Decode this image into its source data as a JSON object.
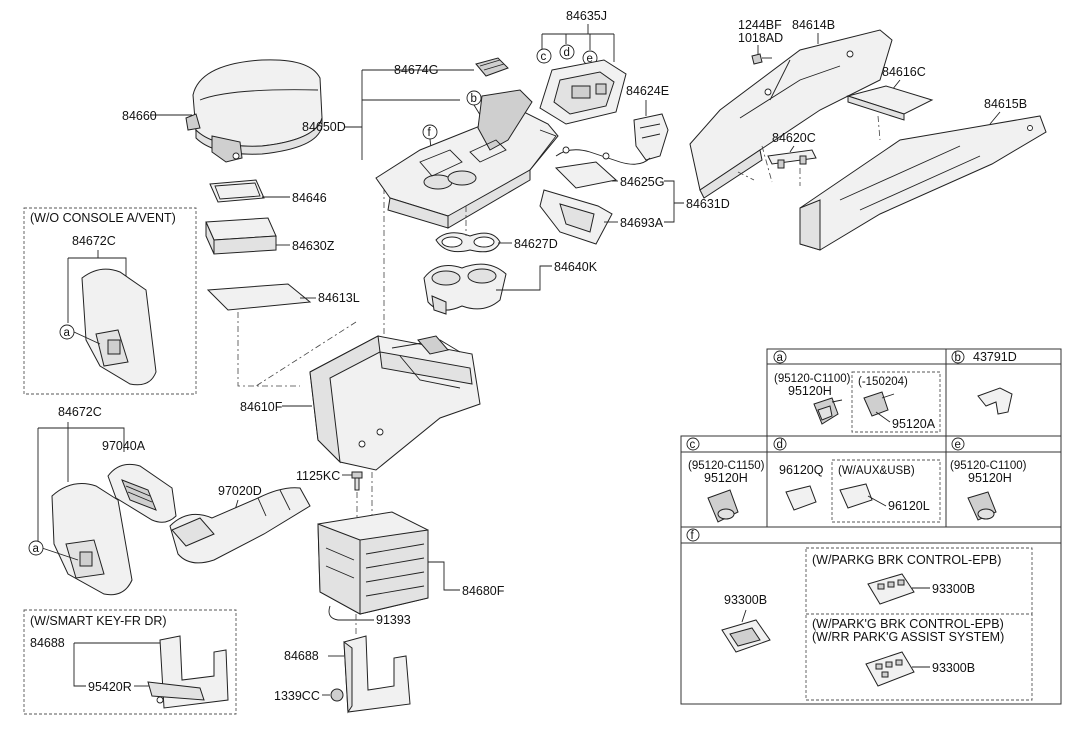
{
  "labels": {
    "p84660": "84660",
    "p84646": "84646",
    "p84630Z": "84630Z",
    "p84613L": "84613L",
    "p84674G": "84674G",
    "p84650D": "84650D",
    "p84635J": "84635J",
    "p84624E": "84624E",
    "p84625G": "84625G",
    "p84693A": "84693A",
    "p84631D": "84631D",
    "p84627D": "84627D",
    "p84640K": "84640K",
    "p84610F": "84610F",
    "p1244BF": "1244BF",
    "p1018AD": "1018AD",
    "p84614B": "84614B",
    "p84616C": "84616C",
    "p84615B": "84615B",
    "p84620C": "84620C",
    "p84672C_a": "84672C",
    "p84672C_b": "84672C",
    "p97040A": "97040A",
    "p97020D": "97020D",
    "p1125KC": "1125KC",
    "p84680F": "84680F",
    "p91393": "91393",
    "p84688_a": "84688",
    "p84688_b": "84688",
    "p1339CC": "1339CC",
    "p95420R": "95420R"
  },
  "group_titles": {
    "wo_console": "(W/O CONSOLE A/VENT)",
    "smart_key": "(W/SMART KEY-FR DR)"
  },
  "callouts": {
    "a": "a",
    "b": "b",
    "c": "c",
    "d": "d",
    "e": "e",
    "f": "f"
  },
  "table": {
    "a": {
      "letter": "a",
      "sub1": "(95120-C1100)",
      "part1": "95120H",
      "sub2": "(-150204)",
      "part2": "95120A"
    },
    "b": {
      "letter": "b",
      "part": "43791D"
    },
    "c": {
      "letter": "c",
      "sub": "(95120-C1150)",
      "part": "95120H"
    },
    "d": {
      "letter": "d",
      "part1": "96120Q",
      "sub": "(W/AUX&USB)",
      "part2": "96120L"
    },
    "e": {
      "letter": "e",
      "sub": "(95120-C1100)",
      "part": "95120H"
    },
    "f": {
      "letter": "f",
      "part_main": "93300B",
      "epb_title": "(W/PARKG BRK CONTROL-EPB)",
      "epb_part": "93300B",
      "rr_title1": "(W/PARK'G BRK CONTROL-EPB)",
      "rr_title2": "(W/RR PARK'G ASSIST SYSTEM)",
      "rr_part": "93300B"
    }
  }
}
